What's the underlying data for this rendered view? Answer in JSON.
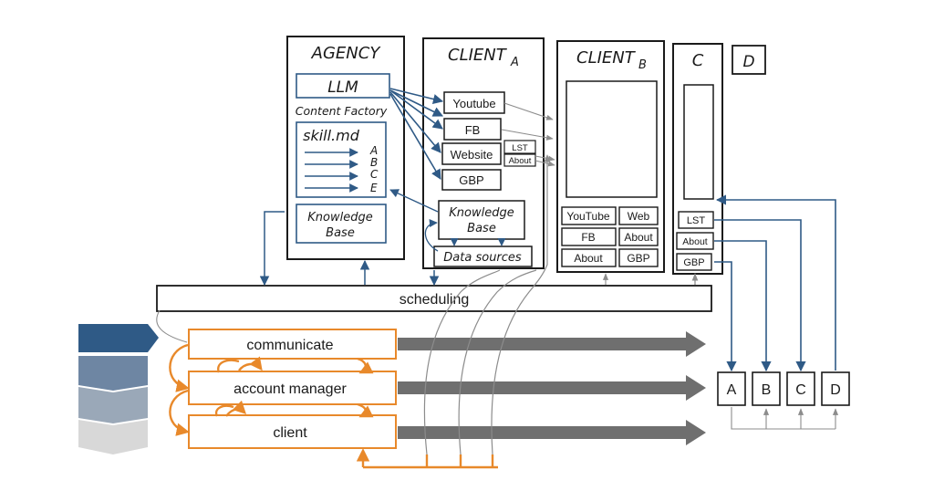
{
  "colors": {
    "ink": "#1a1a1a",
    "blue": "#2f5a86",
    "orange": "#e8892b",
    "gray": "#8c8c8c",
    "dark_gray": "#6f6f6f",
    "stack_top": "#2f5a86",
    "stack_bottom": "#d8d8d8"
  },
  "agency": {
    "title": "AGENCY",
    "llm": "LLM",
    "content_factory": "Content Factory",
    "skill_md": "skill.md",
    "skill_letters": [
      "A",
      "B",
      "C",
      "E"
    ],
    "knowledge_base_line1": "Knowledge",
    "knowledge_base_line2": "Base"
  },
  "client_a": {
    "title": "CLIENT",
    "title_sub": "A",
    "channels": [
      "Youtube",
      "FB",
      "Website",
      "GBP"
    ],
    "lst": "LST",
    "about": "About",
    "knowledge_base_line1": "Knowledge",
    "knowledge_base_line2": "Base",
    "data_sources": "Data sources"
  },
  "client_b": {
    "title": "CLIENT",
    "title_sub": "B",
    "cells": [
      "YouTube",
      "Web",
      "FB",
      "About",
      "About",
      "GBP"
    ]
  },
  "client_c": {
    "title": "C",
    "items": [
      "LST",
      "About",
      "GBP"
    ]
  },
  "client_d": {
    "title": "D"
  },
  "scheduling": "scheduling",
  "roles": [
    "communicate",
    "account manager",
    "client"
  ],
  "outputs": [
    "A",
    "B",
    "C",
    "D"
  ]
}
